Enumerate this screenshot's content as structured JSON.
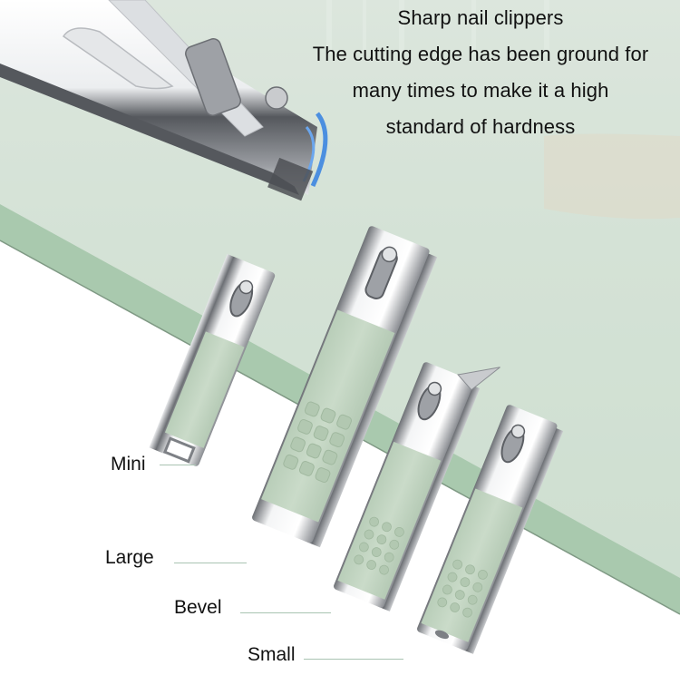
{
  "headline": {
    "lines": [
      "Sharp nail clippers",
      "The cutting edge has been ground for",
      "many times to make it a high",
      "standard of hardness"
    ]
  },
  "products": [
    {
      "name": "Mini"
    },
    {
      "name": "Large"
    },
    {
      "name": "Bevel"
    },
    {
      "name": "Small"
    }
  ],
  "colors": {
    "background_top": "#dfe6df",
    "glass_surface": "#c9dccc",
    "glass_edge": "#a9c9ae",
    "handle_green": "#c4d7c3",
    "steel_light": "#f4f5f6",
    "steel_dark": "#5b5e63",
    "edge_blue": "#4c8fe0",
    "text": "#111111",
    "leader_line": "#a9c4b2"
  }
}
